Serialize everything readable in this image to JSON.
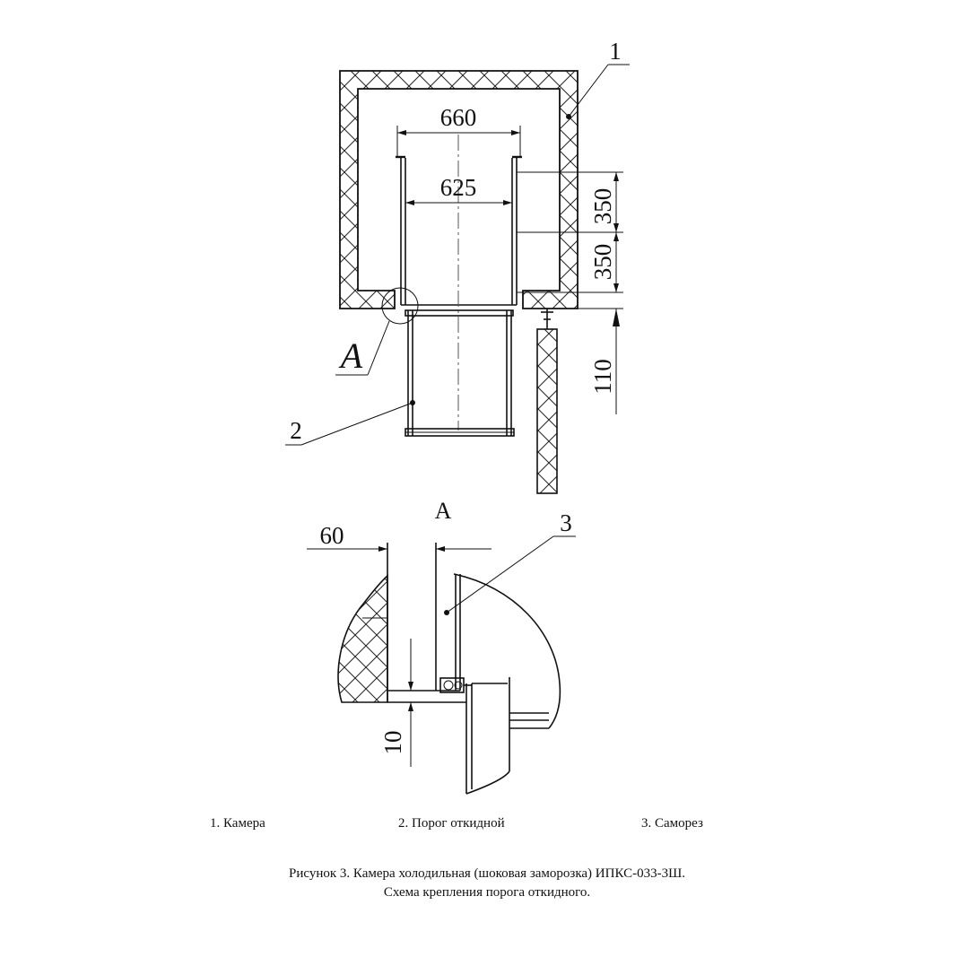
{
  "main_view": {
    "dimensions": {
      "outer_width": "660",
      "inner_width": "625",
      "upper_height": "350",
      "lower_height": "350",
      "threshold_height": "110"
    },
    "callouts": {
      "chamber": "1",
      "threshold": "2",
      "detail_mark": "A"
    }
  },
  "detail_view": {
    "title": "A",
    "dimensions": {
      "offset": "60",
      "gap": "10"
    },
    "callouts": {
      "screw": "3"
    }
  },
  "legend": {
    "item1": "1. Камера",
    "item2": "2. Порог откидной",
    "item3": "3. Саморез"
  },
  "caption": {
    "line1": "Рисунок 3. Камера холодильная (шоковая заморозка) ИПКС-033-3Ш.",
    "line2": "Схема крепления порога откидного."
  }
}
